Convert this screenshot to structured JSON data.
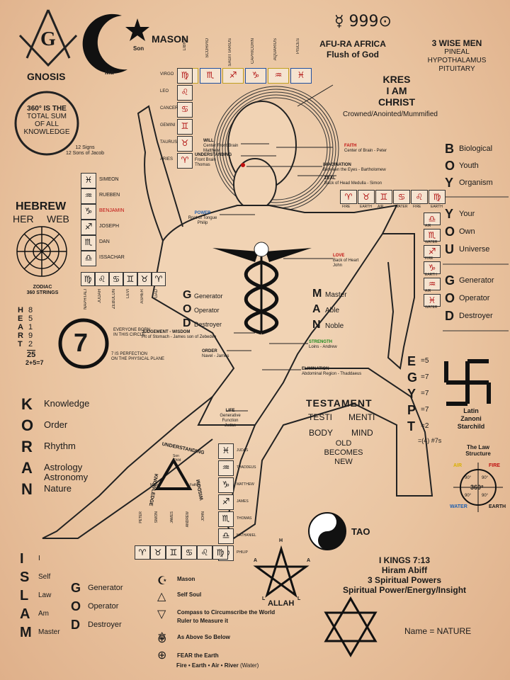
{
  "top_left": {
    "gnosis": "GNOSIS",
    "g_letter": "G",
    "ma": "Ma",
    "son": "Son",
    "mason": "MASON"
  },
  "top_center": {
    "afura": "AFU-RA AFRICA",
    "flush": "Flush of God"
  },
  "top_right": {
    "three_wise": "3 WISE MEN",
    "pineal": "PINEAL",
    "hypothalamus": "HYPOTHALAMUS",
    "pituitary": "PITUITARY"
  },
  "kres": {
    "line1": "KRES",
    "line2": "I AM",
    "line3": "CHRIST",
    "sub": "Crowned/Anointed/Mummified"
  },
  "circle_360": {
    "line1": "360° IS THE",
    "line2": "TOTAL SUM",
    "line3": "OF ALL",
    "line4": "KNOWLEDGE"
  },
  "zodiac_top": {
    "labels": [
      "LIBRA",
      "SCORPIO",
      "SAGITTARIUS",
      "CAPRICORN",
      "AQUARIUS",
      "PISCES"
    ],
    "symbols": [
      "♎",
      "♏",
      "♐",
      "♑",
      "♒",
      "♓"
    ]
  },
  "zodiac_left_col": {
    "labels": [
      "VIRGO",
      "LEO",
      "CANCER",
      "GEMINI",
      "TAURUS",
      "ARIES"
    ],
    "symbols": [
      "♍",
      "♌",
      "♋",
      "♊",
      "♉",
      "♈"
    ]
  },
  "twelve_signs": {
    "line1": "12 Signs",
    "line2": "12 Sons of Jacob"
  },
  "hebrew": {
    "title": "HEBREW",
    "her": "HER",
    "web": "WEB",
    "zodiac1": "ZODIAC",
    "zodiac2": "360 STRINGS"
  },
  "sons_vertical": {
    "names": [
      "SIMEON",
      "RUEBEN",
      "BENJAMIN",
      "JOSEPH",
      "DAN",
      "ISSACHAR"
    ],
    "symbols": [
      "♓",
      "♒",
      "♑",
      "♐",
      "♏",
      "♎"
    ]
  },
  "sons_bottom": {
    "names": [
      "NAPHTALI",
      "JUDAH",
      "ZEBULUN",
      "LEVI",
      "ASHER",
      "GAD"
    ],
    "symbols": [
      "♍",
      "♌",
      "♋",
      "♊",
      "♉",
      "♈"
    ]
  },
  "heart": {
    "letters": [
      "H",
      "E",
      "A",
      "R",
      "T"
    ],
    "numbers": [
      "8",
      "5",
      "1",
      "9",
      "2"
    ],
    "total": "25",
    "sum": "2+5=7"
  },
  "seven": {
    "digit": "7",
    "note1a": "EVERYONE BORN",
    "note1b": "IN THIS CIRCLE",
    "note2a": "7 IS PERFECTION",
    "note2b": "ON THE PHYSICAL PLANE"
  },
  "god_mid": {
    "letters": [
      "G",
      "O",
      "D"
    ],
    "words": [
      "Generator",
      "Operator",
      "Destroyer"
    ]
  },
  "man": {
    "letters": [
      "M",
      "A",
      "N"
    ],
    "words": [
      "Master",
      "Able",
      "Noble"
    ]
  },
  "body_labels": {
    "will": "WILL",
    "will_sub1": "Center Front Brain",
    "will_sub2": "Matthew",
    "understanding": "UNDERSTANDING",
    "under_sub1": "Front Brain",
    "under_sub2": "Thomas",
    "faith": "FAITH",
    "faith_sub": "Center of Brain - Peter",
    "imagination": "IMAGINATION",
    "imag_sub": "Between the Eyes - Bartholomew",
    "zeal": "ZEAL",
    "zeal_sub": "Back of Head Medulla - Simon",
    "power": "POWER",
    "power_sub1": "Root of Tongue",
    "power_sub2": "Philip",
    "love": "LOVE",
    "love_sub1": "Back of Heart",
    "love_sub2": "John",
    "judgement": "JUDGEMENT - WISDOM",
    "judge_sub": "Pit of Stomach - James son of Zebedee",
    "strength": "STRENGTH",
    "strength_sub": "Loins - Andrew",
    "order": "ORDER",
    "order_sub": "Navel - James",
    "elimination": "ELIMINATION",
    "elim_sub": "Abdominal Region - Thaddaeus",
    "life": "LIFE",
    "life_sub1": "Generative Function",
    "life_sub2": "Judas"
  },
  "zodiac_right_row": {
    "labels": [
      "FIRE",
      "EARTH",
      "AIR",
      "WATER",
      "FIRE",
      "EARTH"
    ],
    "symbols": [
      "♈",
      "♉",
      "♊",
      "♋",
      "♌",
      "♍"
    ]
  },
  "zodiac_right_col": {
    "labels": [
      "AIR",
      "WATER",
      "FIRE",
      "EARTH",
      "AIR",
      "WATER"
    ],
    "symbols": [
      "♎",
      "♏",
      "♐",
      "♑",
      "♒",
      "♓"
    ]
  },
  "boy": {
    "letters": [
      "B",
      "O",
      "Y"
    ],
    "words": [
      "Biological",
      "Youth",
      "Organism"
    ]
  },
  "you": {
    "letters": [
      "Y",
      "O",
      "U"
    ],
    "words": [
      "Your",
      "Own",
      "Universe"
    ]
  },
  "god_right": {
    "letters": [
      "G",
      "O",
      "D"
    ],
    "words": [
      "Generator",
      "Operator",
      "Destroyer"
    ]
  },
  "egypt": {
    "letters": [
      "E",
      "G",
      "Y",
      "P",
      "T"
    ],
    "values": [
      "=5",
      "=7",
      "=7",
      "=7",
      "=2"
    ],
    "note": "=(4) #7s"
  },
  "latin": {
    "line1": "Latin",
    "line2": "Zanoni",
    "line3": "Starchild"
  },
  "testament": {
    "title": "TESTAMENT",
    "testi": "TESTI",
    "menti": "MENTI",
    "body": "BODY",
    "mind": "MIND",
    "old": "OLD",
    "becomes": "BECOMES",
    "new": "NEW"
  },
  "law": {
    "title1": "The Law",
    "title2": "Structure",
    "deg": "360°",
    "q1": "90°",
    "q2": "90°",
    "q3": "90°",
    "q4": "90°",
    "water": "WATER",
    "earth": "EARTH",
    "fire": "FIRE",
    "air": "AIR"
  },
  "koran": {
    "letters": [
      "K",
      "O",
      "R",
      "A",
      "N"
    ],
    "words": [
      "Knowledge",
      "Order",
      "Rhythm",
      "Astrology Astronomy",
      "Nature"
    ]
  },
  "islam": {
    "letters": [
      "I",
      "S",
      "L",
      "A",
      "M"
    ],
    "words": [
      "I",
      "Self",
      "Law",
      "Am",
      "Master"
    ]
  },
  "god_bottom": {
    "letters": [
      "G",
      "O",
      "D"
    ],
    "words": [
      "Generator",
      "Operator",
      "Destroyer"
    ]
  },
  "triangle": {
    "understanding": "UNDERSTANDING",
    "knowledge": "KNOWLEDGE",
    "wisdom": "WISDOM",
    "son": "Son",
    "child": "Child",
    "mother": "Mother",
    "father": "Father"
  },
  "apostles_col": {
    "names": [
      "JUDAS",
      "THADDEUS",
      "MATTHEW",
      "JAMES",
      "THOMAS",
      "NATHANIEL",
      "PHILIP"
    ],
    "symbols": [
      "♓",
      "♒",
      "♑",
      "♐",
      "♏",
      "♎",
      "♍"
    ]
  },
  "apostles_bottom": {
    "names": [
      "PETER",
      "SIMON",
      "JAMES",
      "ANDREW",
      "JOHN"
    ],
    "symbols": [
      "♈",
      "♉",
      "♊",
      "♋",
      "♌",
      "♍"
    ]
  },
  "tao": "TAO",
  "kings": {
    "line1": "I KINGS 7:13",
    "line2": "Hiram Abiff",
    "line3": "3 Spiritual Powers",
    "line4": "Spiritual Power/Energy/Insight"
  },
  "allah": {
    "h": "H",
    "a1": "A",
    "a2": "A",
    "l1": "L",
    "l2": "L",
    "name": "ALLAH"
  },
  "name_nature": "Name = NATURE",
  "legend": [
    "Mason",
    "Self Soul",
    "Compass to Circumscribe the World",
    "Ruler to Measure it",
    "As Above So Below",
    "FEAR the Earth"
  ],
  "legend_elements": {
    "fire": "Fire",
    "earth": "Earth",
    "air": "Air",
    "river": "River",
    "water": "(Water)"
  },
  "colors": {
    "bg": "#e9c39f",
    "red": "#c01010",
    "green": "#1a8a1a",
    "blue": "#2060b0",
    "ink": "#1a1a1a"
  }
}
